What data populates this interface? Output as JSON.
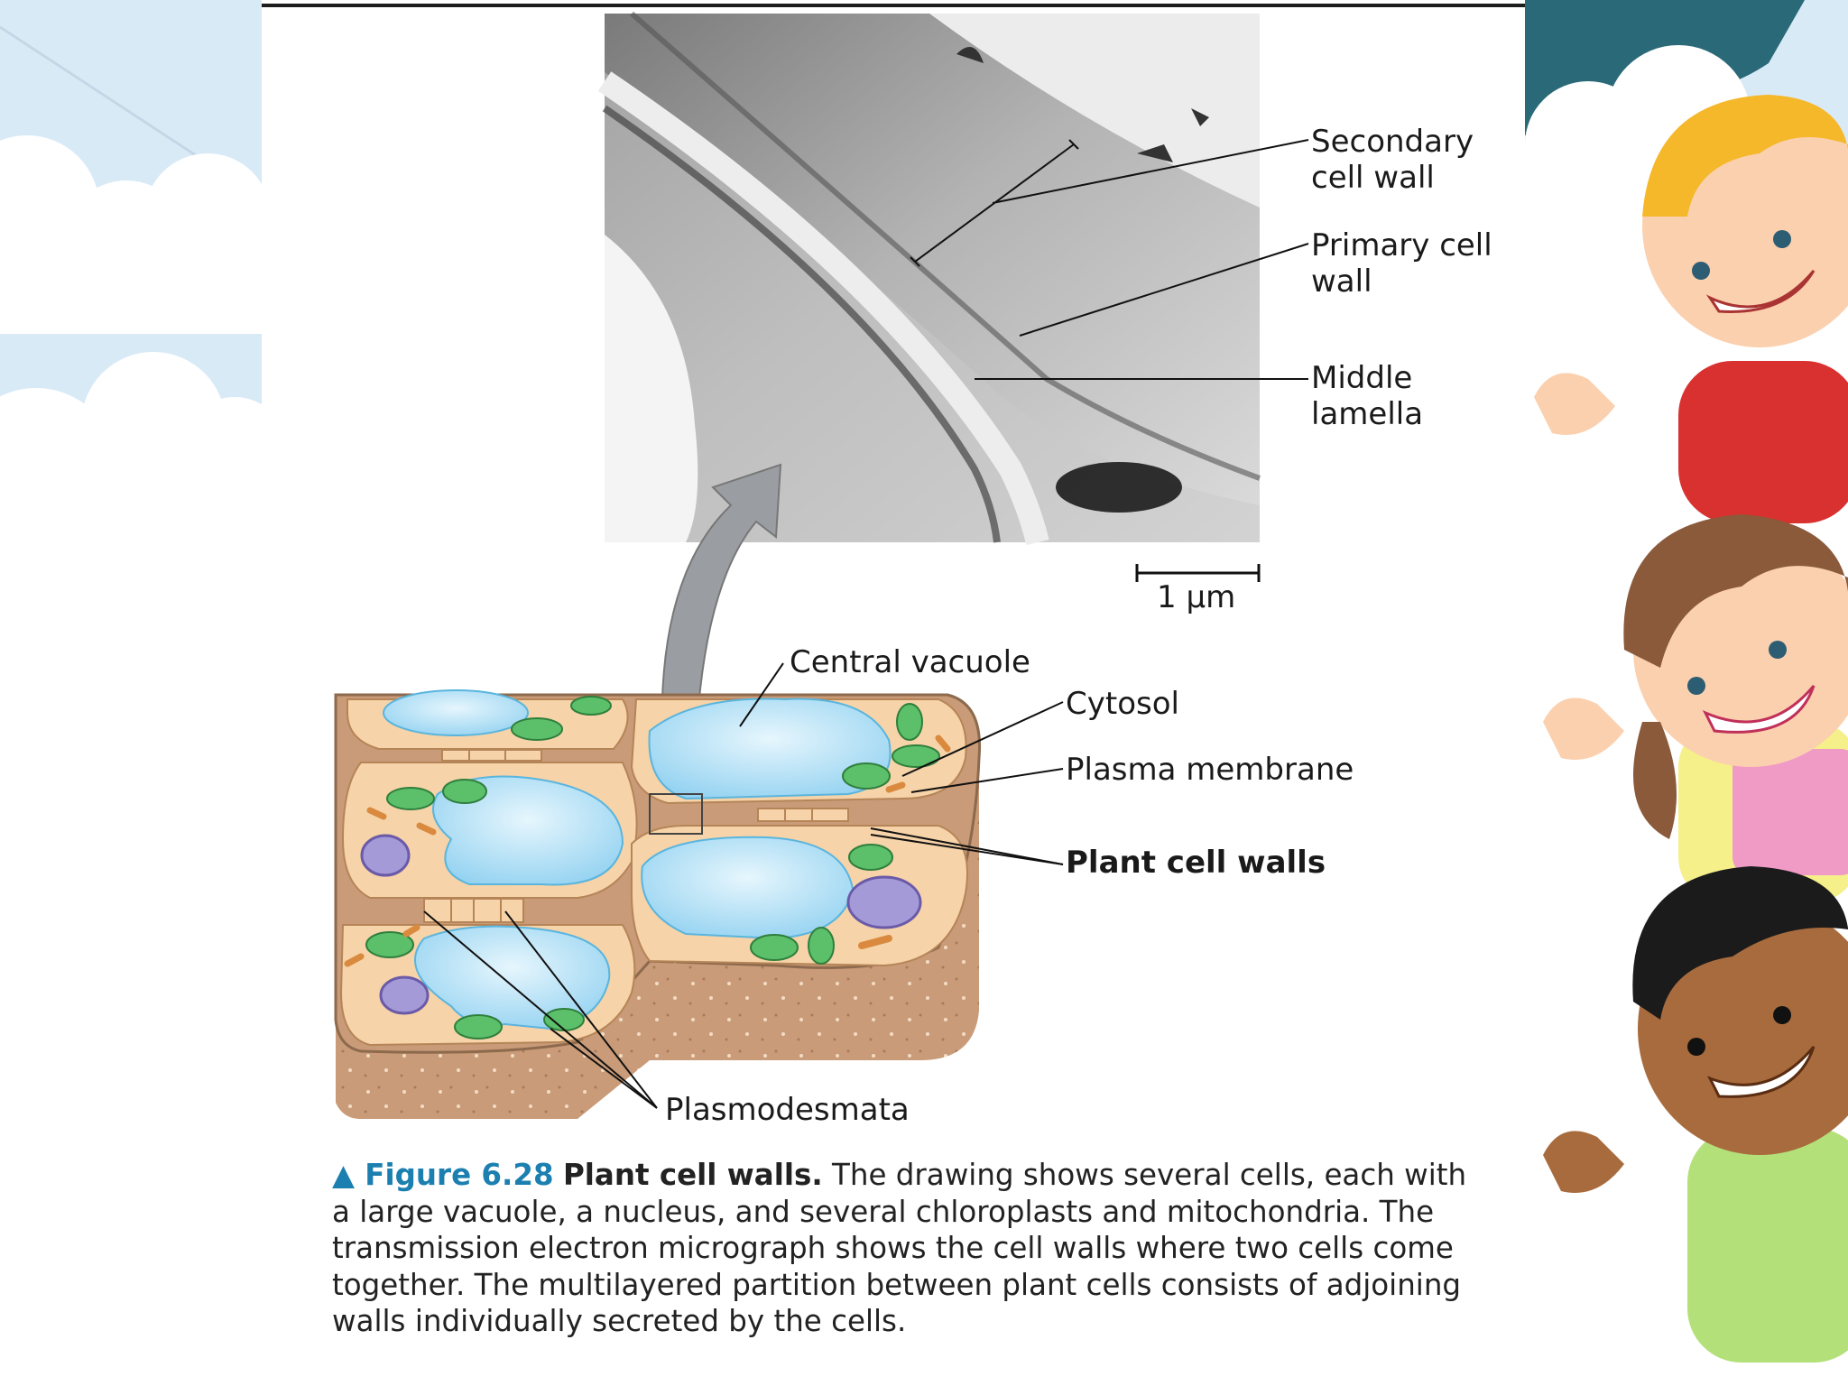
{
  "micrograph": {
    "label_secondary": "Secondary cell wall",
    "label_primary": "Primary cell wall",
    "label_middle": "Middle lamella",
    "scale_bar": "1 µm"
  },
  "drawing": {
    "label_central_vacuole": "Central vacuole",
    "label_cytosol": "Cytosol",
    "label_plasma_membrane": "Plasma membrane",
    "label_plant_cell_walls": "Plant cell walls",
    "label_plasmodesmata": "Plasmodesmata"
  },
  "caption": {
    "figure_marker": "▲ Figure 6.28",
    "title": "Plant cell walls.",
    "body": " The drawing shows several cells, each with a large vacuole, a nucleus, and several chloroplasts and mitochondria. The transmission electron micrograph shows the cell walls where two cells come together. The multilayered partition between plant cells consists of adjoining walls individually secreted by the cells."
  },
  "colors": {
    "accent": "#1b7fb0",
    "cell_fill": "#f6d3a8",
    "wall_fill": "#c99b78",
    "vacuole": "#a9dcf5",
    "chloroplast": "#5cbf6a",
    "nucleus": "#a59ad8",
    "mitochondrion": "#d98a3e"
  }
}
